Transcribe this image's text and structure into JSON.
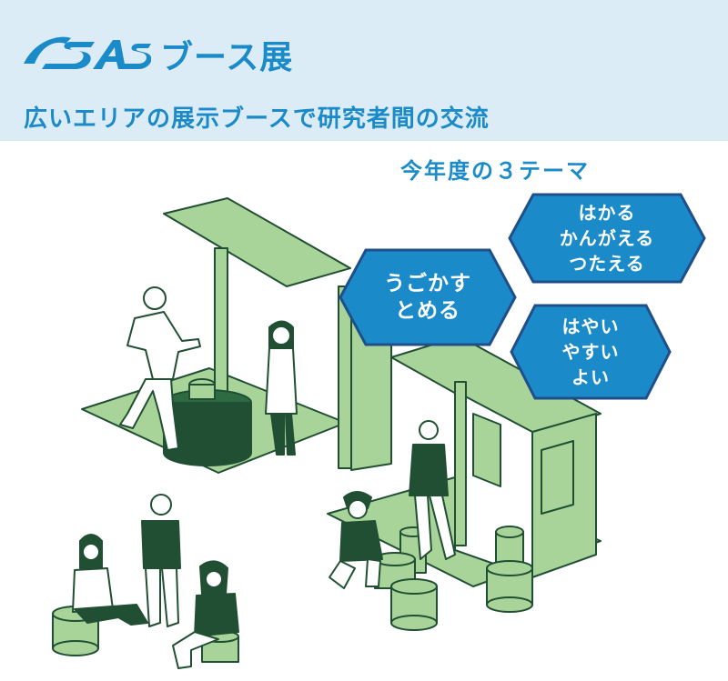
{
  "header": {
    "title": "ブース展",
    "subtitle": "広いエリアの展示ブースで研究者間の交流",
    "logo_text": "SAS"
  },
  "themes": {
    "heading": "今年度の３テーマ",
    "items": [
      {
        "lines": [
          "うごかす",
          "とめる"
        ]
      },
      {
        "lines": [
          "はかる",
          "かんがえる",
          "つたえる"
        ]
      },
      {
        "lines": [
          "はやい",
          "やすい",
          "よい"
        ]
      }
    ]
  },
  "colors": {
    "header_bg": "#dcecf6",
    "accent_blue": "#1a8bc8",
    "hex_fill": "#1a8bc8",
    "hex_border": "#1f4f8a",
    "booth_green": "#a8d49a",
    "figure_dark_green": "#214f33"
  }
}
